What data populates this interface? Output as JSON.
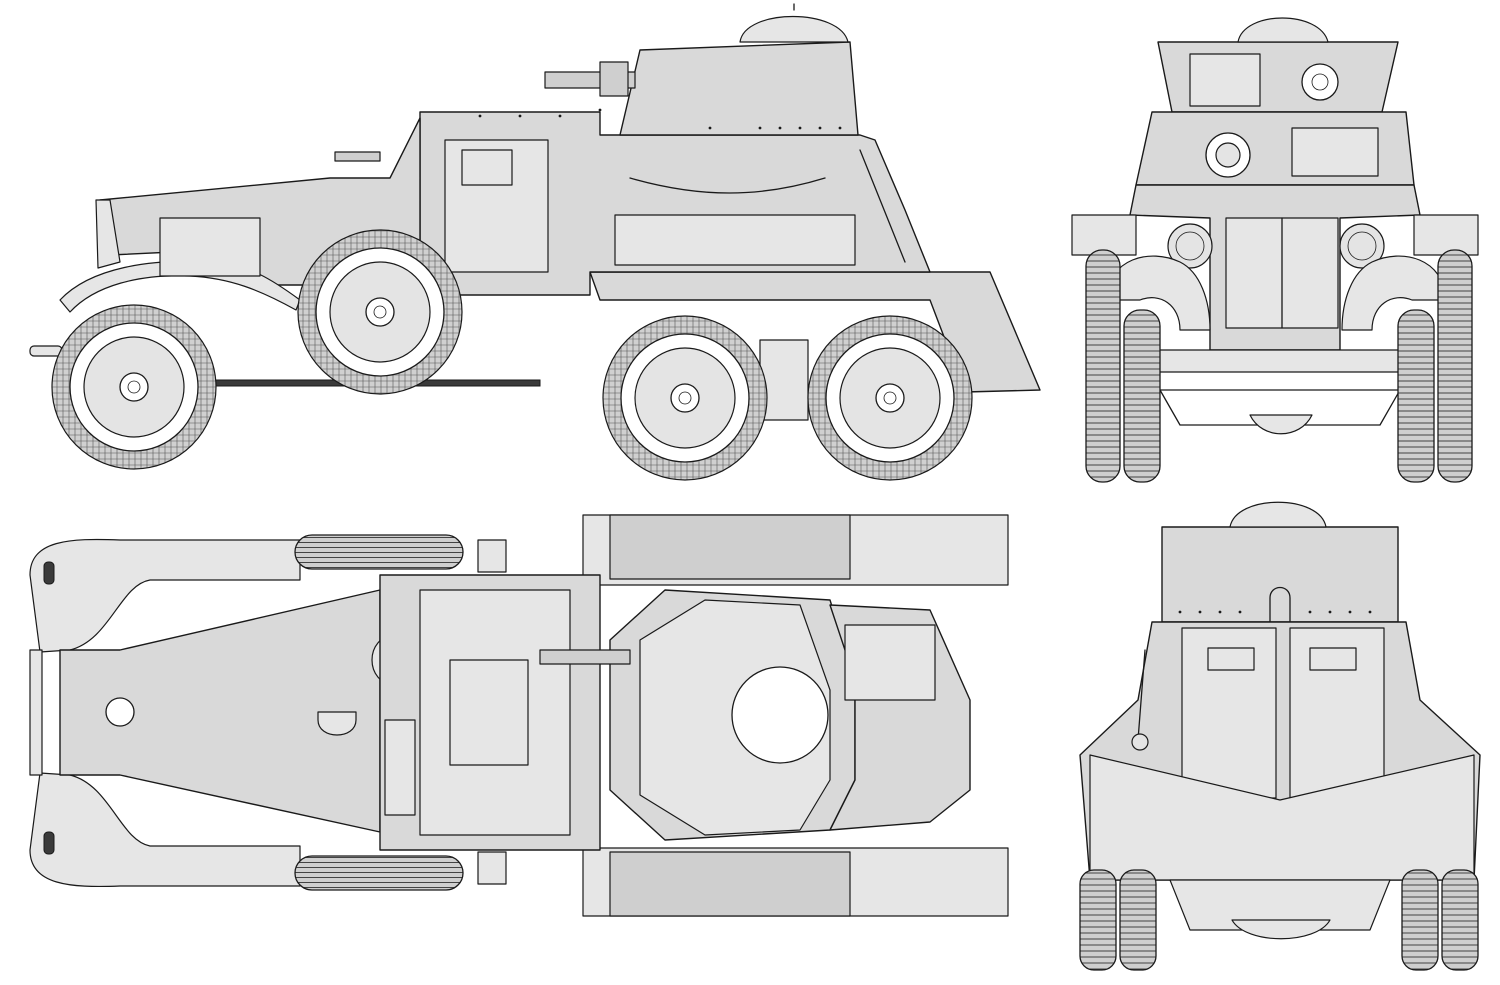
{
  "drawing": {
    "views": [
      "side",
      "front",
      "top",
      "rear"
    ],
    "colors": {
      "line": "#1a1a1a",
      "hull_fill": "#d9d9d9",
      "tyre_fill": "#bdbdbd",
      "background": "#ffffff"
    }
  }
}
